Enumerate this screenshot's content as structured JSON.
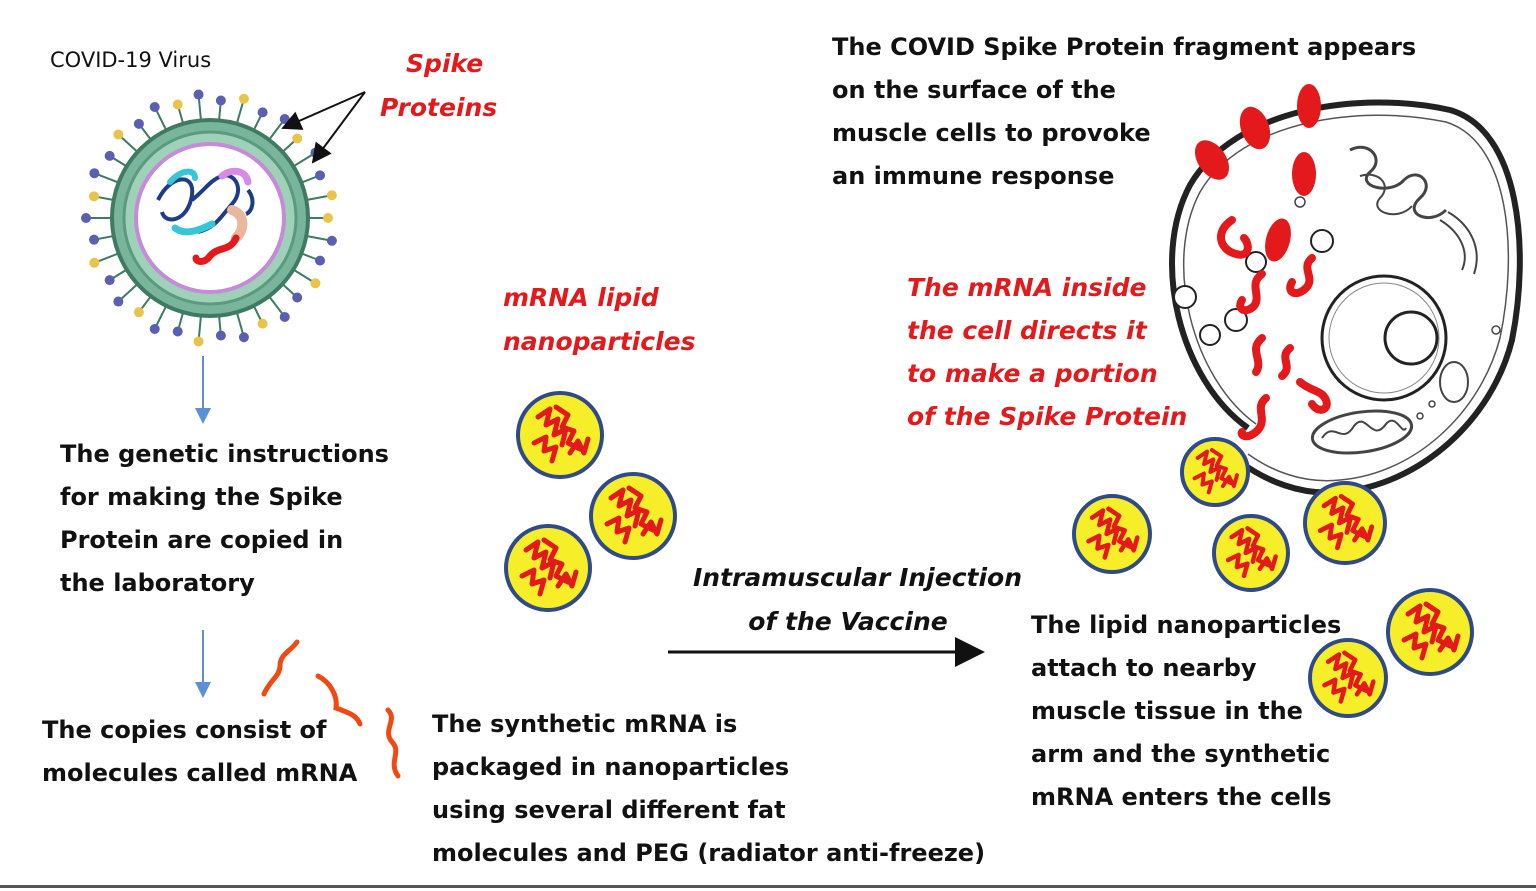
{
  "virus": {
    "title": "COVID-19 Virus",
    "spike_label_line1": "Spike",
    "spike_label_line2": "Proteins"
  },
  "steps": {
    "genetic": [
      "The genetic instructions",
      "for making the Spike",
      "Protein are copied in",
      "the laboratory"
    ],
    "copies": [
      "The copies consist of",
      "molecules called mRNA"
    ],
    "synthetic": [
      "The synthetic mRNA is",
      "packaged in nanoparticles",
      "using several different fat",
      "molecules and PEG (radiator anti-freeze)"
    ],
    "lipid_attach": [
      "The lipid nanoparticles",
      "attach to nearby",
      "muscle tissue in the",
      "arm and the synthetic",
      "mRNA enters the cells"
    ]
  },
  "labels": {
    "nanoparticles": [
      "mRNA lipid",
      "nanoparticles"
    ],
    "injection": [
      "Intramuscular Injection",
      "of the Vaccine"
    ],
    "inside_cell": [
      "The mRNA inside",
      "the cell directs it",
      "to make a portion",
      "of the Spike Protein"
    ],
    "spike_fragment": [
      "The COVID Spike Protein fragment appears",
      "on the surface of the",
      "muscle cells to provoke",
      "an immune response"
    ]
  },
  "colors": {
    "accent_red": "#e3191b",
    "nanoparticle_fill": "#f7ee2a",
    "nanoparticle_border": "#2f4a8a",
    "arrow_blue": "#5b8fd6",
    "virus_membrane": "#6aa58a"
  }
}
